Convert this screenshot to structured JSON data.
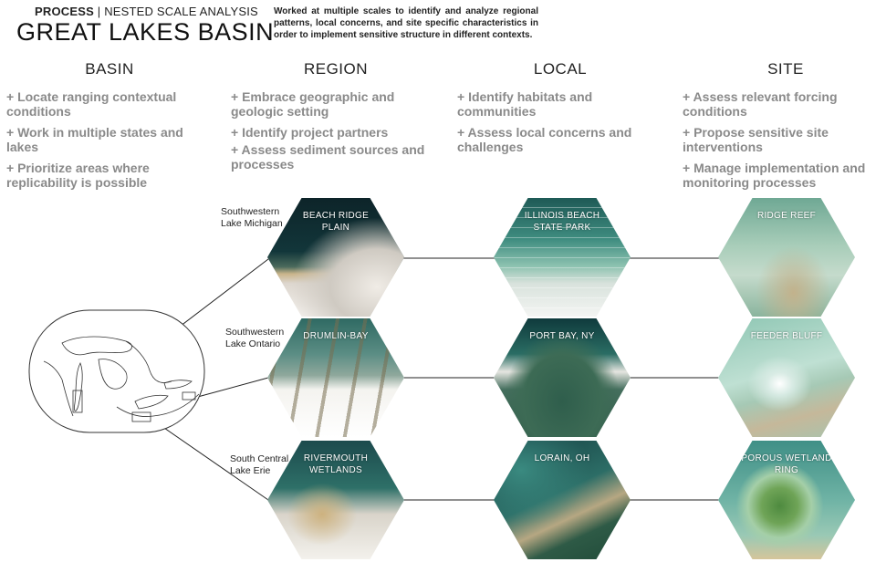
{
  "header": {
    "process_label": "PROCESS",
    "divider": "|",
    "subtitle": "NESTED SCALE ANALYSIS",
    "title": "GREAT LAKES BASIN",
    "description": "Worked at multiple scales to identify and analyze regional patterns, local concerns, and site specific characteristics in order to implement sensitive structure in different contexts."
  },
  "columns": [
    {
      "heading": "BASIN",
      "bullets": [
        "+ Locate ranging contextual conditions",
        "+ Work in multiple states and lakes",
        "+ Prioritize areas where replicability is possible"
      ]
    },
    {
      "heading": "REGION",
      "bullets": [
        "+ Embrace geographic and geologic setting",
        "+ Identify project partners",
        "+ Assess sediment sources and processes"
      ]
    },
    {
      "heading": "LOCAL",
      "bullets": [
        "+ Identify habitats and communities",
        "+ Assess local concerns and challenges"
      ]
    },
    {
      "heading": "SITE",
      "bullets": [
        "+ Assess relevant forcing conditions",
        "+ Propose sensitive site interventions",
        "+ Manage implementation and monitoring processes"
      ]
    }
  ],
  "rows": [
    {
      "region_label_1": "Southwestern",
      "region_label_2": "Lake Michigan",
      "region": "BEACH RIDGE\nPLAIN",
      "local": "ILLINOIS BEACH\nSTATE PARK",
      "site": "RIDGE REEF"
    },
    {
      "region_label_1": "Southwestern",
      "region_label_2": "Lake Ontario",
      "region": "DRUMLIN-BAY",
      "local": "PORT BAY, NY",
      "site": "FEEDER BLUFF"
    },
    {
      "region_label_1": "South Central",
      "region_label_2": "Lake Erie",
      "region": "RIVERMOUTH\nWETLANDS",
      "local": "LORAIN, OH",
      "site": "POROUS WETLAND\nRING"
    }
  ]
}
